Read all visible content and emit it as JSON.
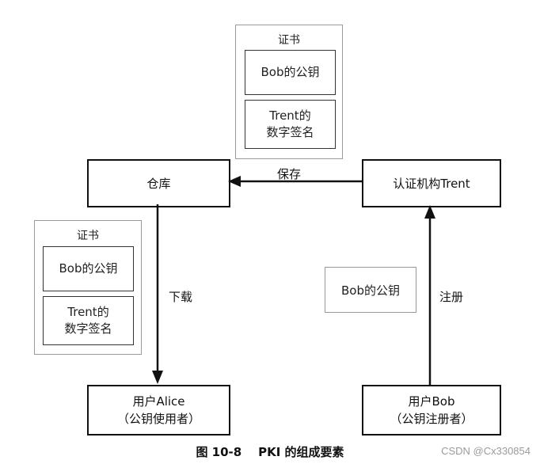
{
  "certificate_top": {
    "title": "证书",
    "public_key": "Bob的公钥",
    "signature": "Trent的\n数字签名"
  },
  "certificate_left": {
    "title": "证书",
    "public_key": "Bob的公钥",
    "signature": "Trent的\n数字签名"
  },
  "nodes": {
    "repository": "仓库",
    "ca": "认证机构Trent",
    "alice": "用户Alice\n（公钥使用者）",
    "bob": "用户Bob\n（公钥注册者）"
  },
  "standalone_key": "Bob的公钥",
  "edges": {
    "save": "保存",
    "download": "下载",
    "register": "注册"
  },
  "caption": "图 10-8    PKI 的组成要素",
  "watermark": "CSDN @Cx330854"
}
